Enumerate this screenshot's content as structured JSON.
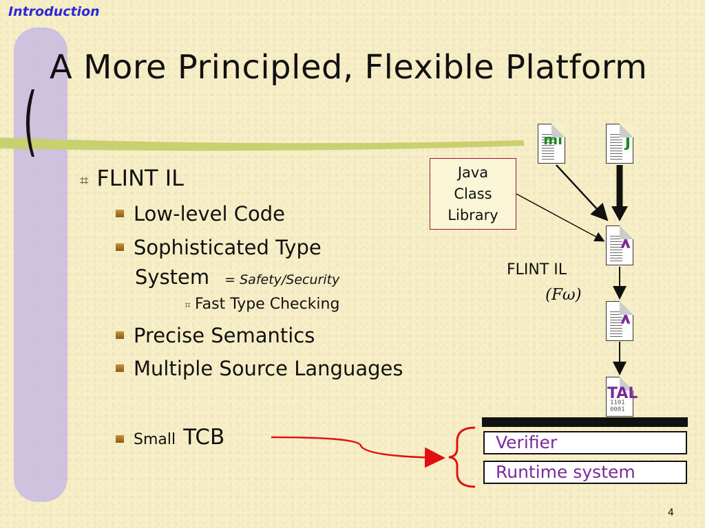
{
  "header": {
    "section": "Introduction",
    "title": "A More Principled, Flexible Platform"
  },
  "bullets": {
    "flint": "FLINT IL",
    "lowlevel": "Low-level Code",
    "sophisticated_line1": "Sophisticated Type",
    "sophisticated_line2": "System",
    "safety_note": "= Safety/Security",
    "fast": "Fast Type Checking",
    "precise": "Precise Semantics",
    "multiple": "Multiple Source Languages",
    "small": "Small",
    "tcb": "TCB"
  },
  "diagram": {
    "java_box": [
      "Java",
      "Class",
      "Library"
    ],
    "ml_glyph": "ml",
    "java_glyph": "j",
    "lambda_glyph": "λ",
    "tal_label": "TAL",
    "tal_bits_1": "1101",
    "tal_bits_2": "0001",
    "flint_label": "FLINT IL",
    "flint_formula": "(Fω)",
    "verifier": "Verifier",
    "runtime": "Runtime system"
  },
  "footer": {
    "page_number": "4"
  },
  "colors": {
    "accent_purple": "#7a2a9a",
    "section_blue": "#2b2bd6",
    "arrow_red": "#e01010",
    "ml_green": "#1a8a1a"
  }
}
